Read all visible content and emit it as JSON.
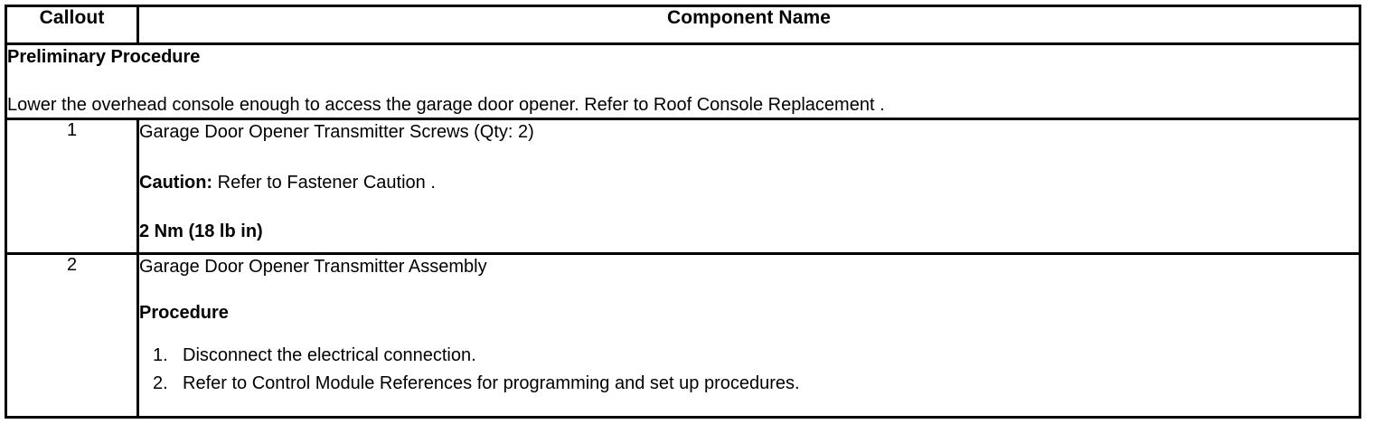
{
  "table": {
    "headers": {
      "callout": "Callout",
      "component_name": "Component Name"
    },
    "preliminary": {
      "title": "Preliminary Procedure",
      "text": "Lower the overhead console enough to access the garage door opener. Refer to Roof Console Replacement ."
    },
    "rows": [
      {
        "callout": "1",
        "name": "Garage Door Opener Transmitter Screws (Qty: 2)",
        "caution_label": "Caution:",
        "caution_text": " Refer to Fastener Caution .",
        "torque": "2 Nm (18 lb in)"
      },
      {
        "callout": "2",
        "name": "Garage Door Opener Transmitter Assembly",
        "procedure_heading": "Procedure",
        "steps": [
          {
            "num": "1.",
            "text": "Disconnect the electrical connection."
          },
          {
            "num": "2.",
            "text": "Refer to Control Module References for programming and set up procedures."
          }
        ]
      }
    ]
  },
  "colors": {
    "border": "#000000",
    "text": "#000000",
    "background": "#ffffff"
  }
}
